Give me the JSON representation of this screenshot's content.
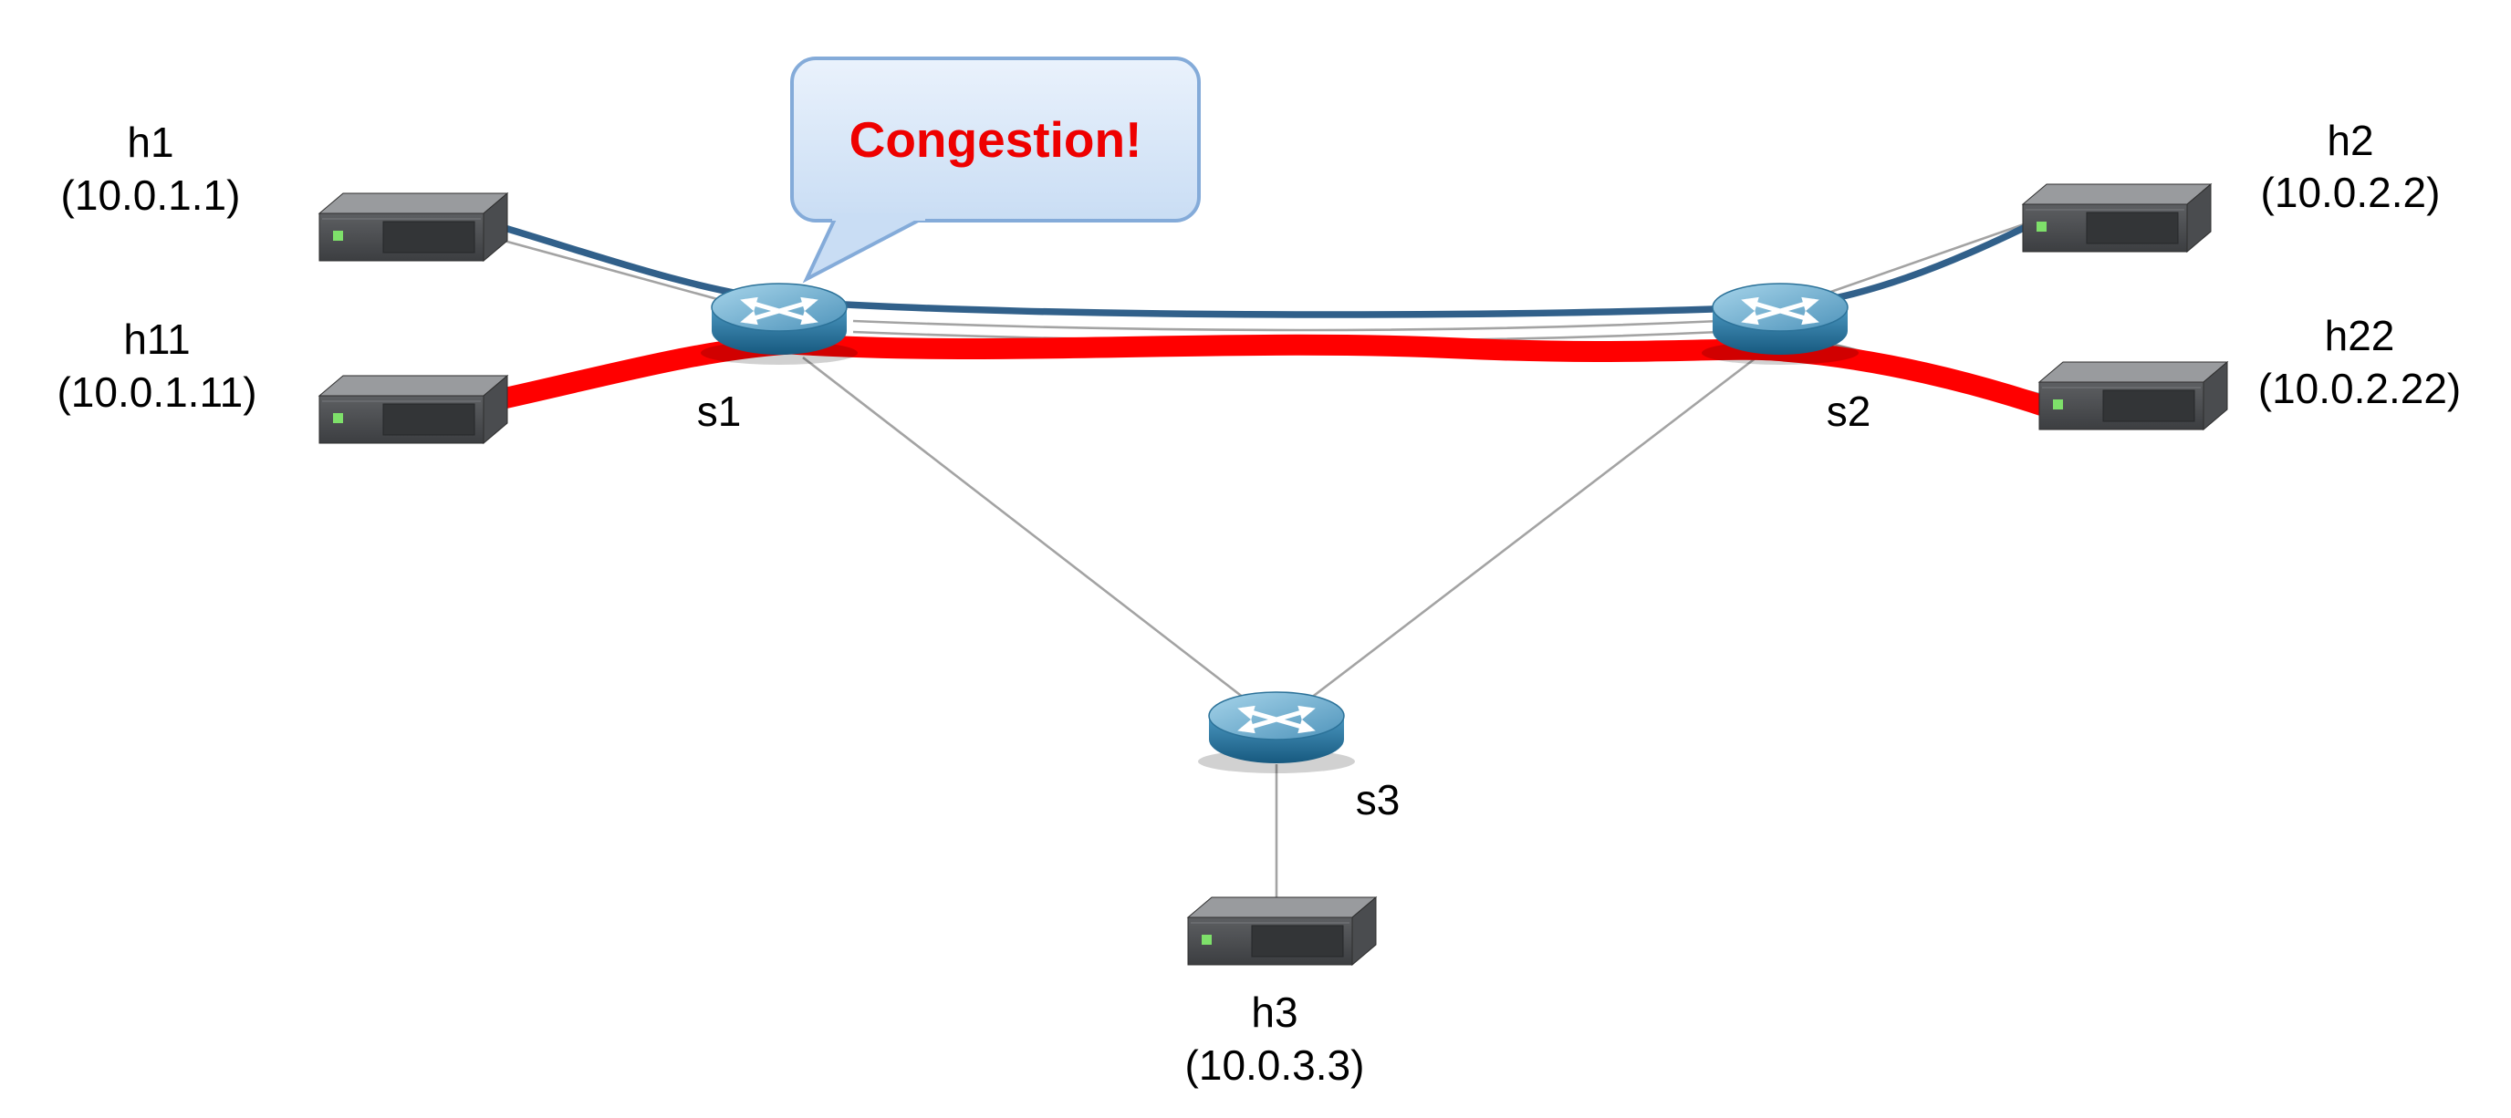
{
  "callout": {
    "text": "Congestion!"
  },
  "nodes": {
    "h1": {
      "label": "h1",
      "ip": "(10.0.1.1)"
    },
    "h11": {
      "label": "h11",
      "ip": "(10.0.1.11)"
    },
    "h2": {
      "label": "h2",
      "ip": "(10.0.2.2)"
    },
    "h22": {
      "label": "h22",
      "ip": "(10.0.2.22)"
    },
    "h3": {
      "label": "h3",
      "ip": "(10.0.3.3)"
    },
    "s1": {
      "label": "s1"
    },
    "s2": {
      "label": "s2"
    },
    "s3": {
      "label": "s3"
    }
  },
  "colors": {
    "flow_normal": "#31608a",
    "flow_congested": "#ff0000",
    "physical_link": "#a3a3a3",
    "label_text": "#000000",
    "callout_text": "#ee0000",
    "callout_fill_top": "#eaf2fc",
    "callout_fill_bottom": "#c9ddf4",
    "callout_border": "#84abd9"
  }
}
